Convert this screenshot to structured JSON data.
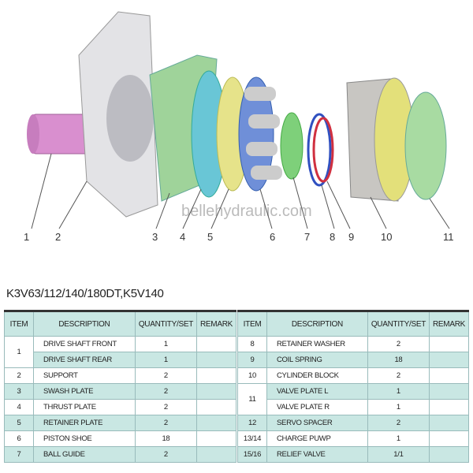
{
  "diagram": {
    "callouts": [
      "1",
      "2",
      "3",
      "4",
      "5",
      "6",
      "7",
      "8",
      "9",
      "10",
      "11"
    ],
    "watermark": "bellehydraulic.com"
  },
  "model": "K3V63/112/140/180DT,K5V140",
  "table": {
    "headers": [
      "ITEM",
      "DESCRIPTION",
      "QUANTITY/SET",
      "REMARK"
    ],
    "left": [
      {
        "item": "1",
        "desc": "DRIVE SHAFT FRONT",
        "qty": "1"
      },
      {
        "item": "",
        "desc": "DRIVE SHAFT REAR",
        "qty": "1"
      },
      {
        "item": "2",
        "desc": "SUPPORT",
        "qty": "2"
      },
      {
        "item": "3",
        "desc": "SWASH PLATE",
        "qty": "2"
      },
      {
        "item": "4",
        "desc": "THRUST PLATE",
        "qty": "2"
      },
      {
        "item": "5",
        "desc": "RETAINER PLATE",
        "qty": "2"
      },
      {
        "item": "6",
        "desc": "PISTON SHOE",
        "qty": "18"
      },
      {
        "item": "7",
        "desc": "BALL GUIDE",
        "qty": "2"
      }
    ],
    "right": [
      {
        "item": "8",
        "desc": "RETAINER WASHER",
        "qty": "2"
      },
      {
        "item": "9",
        "desc": "COIL SPRING",
        "qty": "18"
      },
      {
        "item": "10",
        "desc": "CYLINDER BLOCK",
        "qty": "2"
      },
      {
        "item": "11",
        "desc": "VALVE PLATE L",
        "qty": "1"
      },
      {
        "item": "",
        "desc": "VALVE PLATE R",
        "qty": "1"
      },
      {
        "item": "12",
        "desc": "SERVO SPACER",
        "qty": "2"
      },
      {
        "item": "13/14",
        "desc": "CHARGE PUWP",
        "qty": "1"
      },
      {
        "item": "15/16",
        "desc": "RELIEF VALVE",
        "qty": "1/1"
      }
    ]
  }
}
